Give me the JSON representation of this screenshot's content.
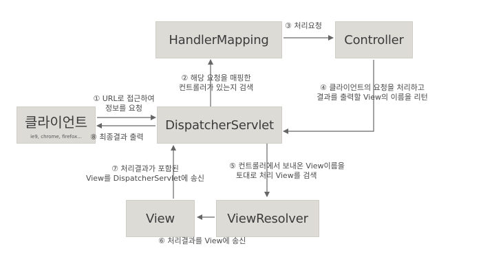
{
  "nodes": {
    "handler_mapping": "HandlerMapping",
    "controller": "Controller",
    "client": "클라이언트",
    "client_sub": "ie9, chrome, firefox...",
    "dispatcher": "DispatcherServlet",
    "view": "View",
    "view_resolver": "ViewResolver"
  },
  "steps": {
    "s1_line1": "① URL로 접근하여",
    "s1_line2": "정보를 요청",
    "s2_line1": "② 해당 요청을 매핑한",
    "s2_line2": "컨트롤러가 있는지 검색",
    "s3": "③ 처리요청",
    "s4_line1": "④ 클라이언트의 요청을 처리하고",
    "s4_line2": "결과를 출력할 View의 이름을 리턴",
    "s5_line1": "⑤ 컨트롤러에서 보내온 View이름을",
    "s5_line2": "토대로 처리 View를 검색",
    "s6": "⑥ 처리결과를 View에 송신",
    "s7_line1": "⑦ 처리결과가 포함된",
    "s7_line2": "View를 DispatcherServlet에 송신",
    "s8": "⑧ 최종결과 출력"
  },
  "colors": {
    "box_fill": "#dcdbd6",
    "arrow": "#666666"
  }
}
